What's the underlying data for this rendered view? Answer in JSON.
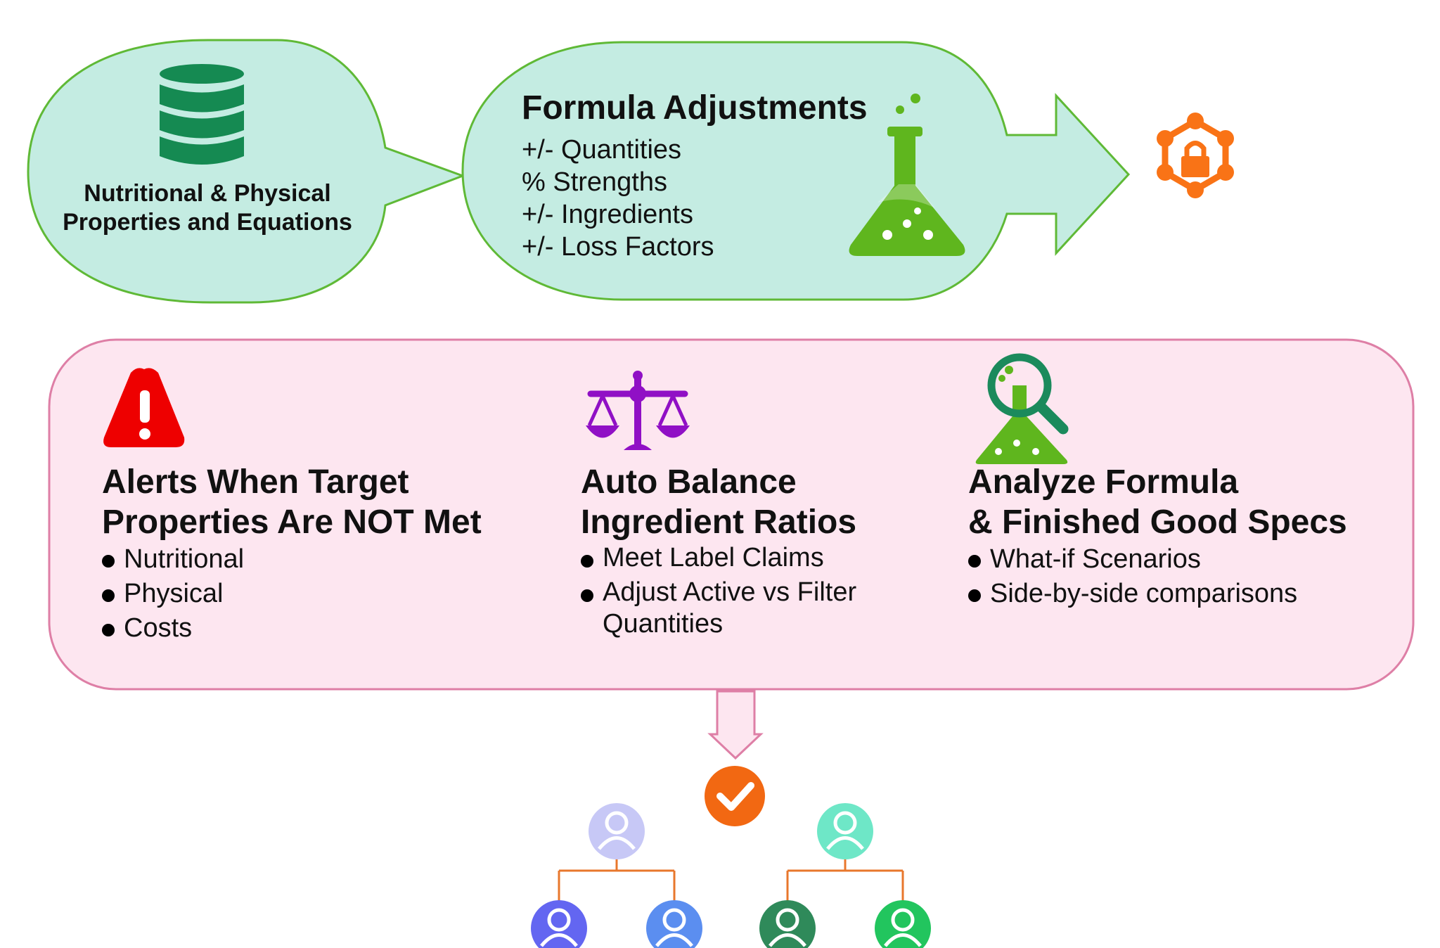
{
  "database": {
    "label": "Nutritional & Physical Properties and Equations",
    "icon": "database-icon"
  },
  "formula_adjustments": {
    "title": "Formula Adjustments",
    "items": [
      "+/- Quantities",
      "% Strengths",
      "+/- Ingredients",
      "+/- Loss Factors"
    ],
    "icon": "flask-icon"
  },
  "lock_network": {
    "icon": "network-lock-icon"
  },
  "features": [
    {
      "icon": "warning-icon",
      "title_lines": [
        "Alerts When Target",
        "Properties Are NOT Met"
      ],
      "bullets": [
        "Nutritional",
        "Physical",
        "Costs"
      ]
    },
    {
      "icon": "scales-icon",
      "title_lines": [
        "Auto Balance",
        "Ingredient Ratios"
      ],
      "bullets": [
        "Meet Label Claims",
        "Adjust Active vs Filter Quantities"
      ]
    },
    {
      "icon": "flask-search-icon",
      "title_lines": [
        "Analyze Formula",
        "& Finished Good Specs"
      ],
      "bullets": [
        "What-if Scenarios",
        "Side-by-side comparisons"
      ]
    }
  ],
  "approval": {
    "icon": "check-icon"
  },
  "team": {
    "icon": "user-icon"
  },
  "colors": {
    "bubble_fill": "#c4ece2",
    "bubble_stroke": "#5fb936",
    "panel_fill": "#fde6f0",
    "panel_stroke": "#de7fa6",
    "database": "#158a52",
    "flask": "#5fb61e",
    "lock": "#f97316",
    "warning": "#ee0000",
    "scales": "#9010c5",
    "search_flask": "#1b8a5c",
    "check": "#f26812",
    "connector": "#e8772c",
    "user_lavender": "#c7c8f6",
    "user_mint": "#6ee7c7",
    "user_indigo": "#6366f1",
    "user_blue": "#5b8ef0",
    "user_darkgreen": "#2f8a5a",
    "user_green": "#22c55e"
  }
}
